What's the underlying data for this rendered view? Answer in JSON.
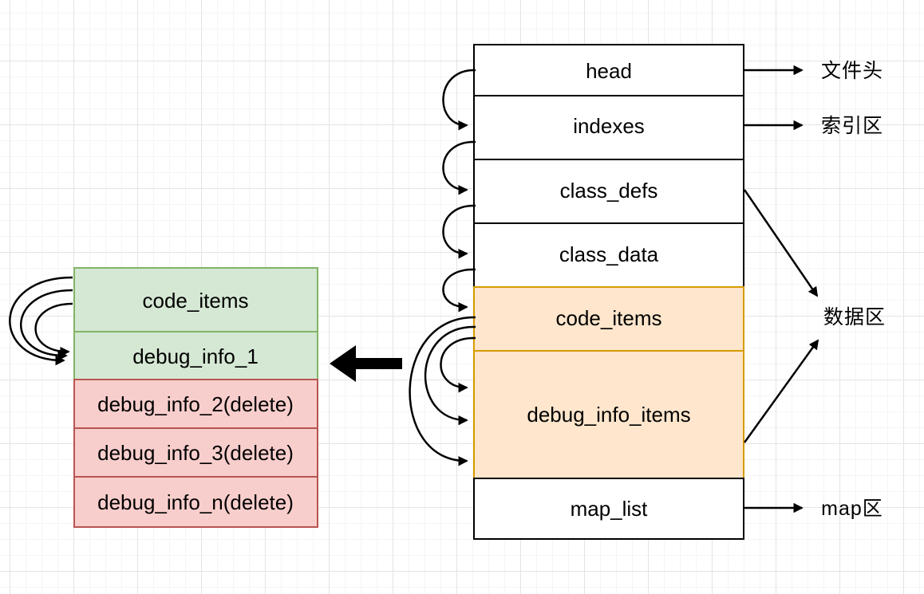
{
  "colors": {
    "stroke_default": "#000000",
    "white_fill": "#ffffff",
    "orange_fill": "#ffe6cc",
    "orange_stroke": "#d79b00",
    "green_fill": "#d5e8d4",
    "green_stroke": "#82b366",
    "red_fill": "#f8cecc",
    "red_stroke": "#b85450",
    "arrow": "#000000"
  },
  "right_stack": {
    "items": [
      {
        "label": "head"
      },
      {
        "label": "indexes"
      },
      {
        "label": "class_defs"
      },
      {
        "label": "class_data"
      },
      {
        "label": "code_items"
      },
      {
        "label": "debug_info_items"
      },
      {
        "label": "map_list"
      }
    ]
  },
  "left_stack": {
    "items": [
      {
        "label": "code_items"
      },
      {
        "label": "debug_info_1"
      },
      {
        "label": "debug_info_2(delete)"
      },
      {
        "label": "debug_info_3(delete)"
      },
      {
        "label": "debug_info_n(delete)"
      }
    ]
  },
  "annotations": {
    "file_header": "文件头",
    "index_area": "索引区",
    "data_area": "数据区",
    "map_area": "map区"
  }
}
